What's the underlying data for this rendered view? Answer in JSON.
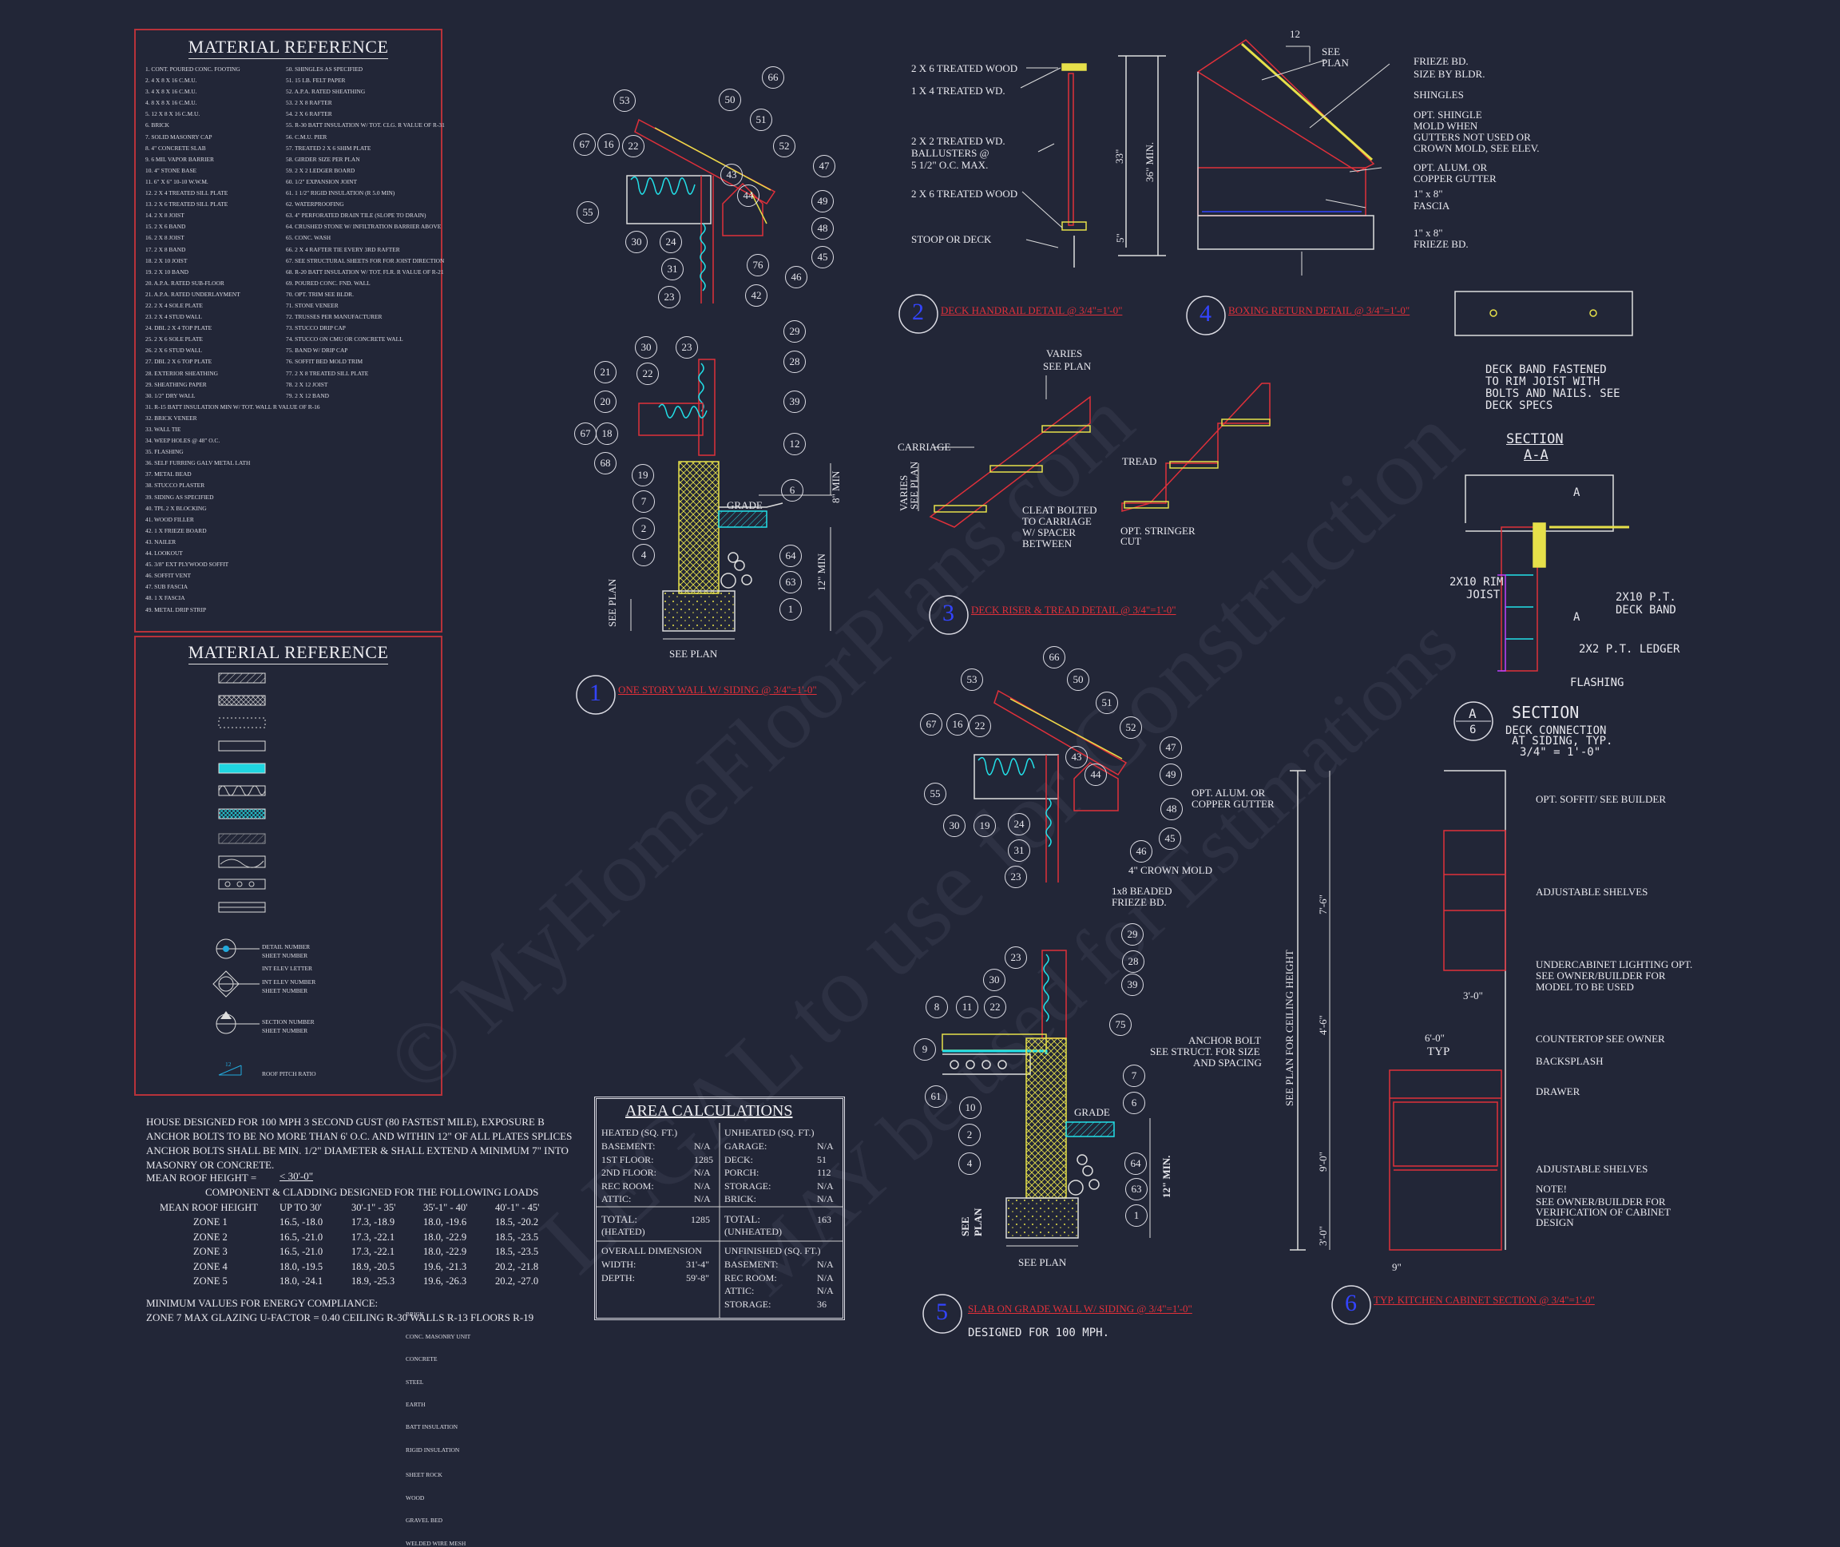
{
  "material_reference_1": {
    "title": "MATERIAL REFERENCE",
    "col1": [
      "1.  CONT. POURED CONC. FOOTING",
      "2.  4 X 8 X 16 C.M.U.",
      "3.  4 X 8 X 16 C.M.U.",
      "4.  8 X 8 X 16 C.M.U.",
      "5.  12 X 8 X 16 C.M.U.",
      "6.  BRICK",
      "7.  SOLID MASONRY CAP",
      "8.  4\" CONCRETE SLAB",
      "9.  6 MIL VAPOR BARRIER",
      "10.  4\" STONE BASE",
      "11.  6\" X 6\" 10-10 W.W.M.",
      "12.  2 X 4 TREATED SILL PLATE",
      "13.  2 X 6 TREATED SILL PLATE",
      "14.  2 X 8 JOIST",
      "15.  2 X 6 BAND",
      "16.  2 X 8 JOIST",
      "17.  2 X 8 BAND",
      "18.  2 X 10 JOIST",
      "19.  2 X 10 BAND",
      "20.  A.P.A. RATED SUB-FLOOR",
      "21.  A.P.A. RATED UNDERLAYMENT",
      "22.  2 X 4 SOLE PLATE",
      "23.  2 X 4 STUD WALL",
      "24.  DBL 2 X 4 TOP PLATE",
      "25.  2 X 6 SOLE PLATE",
      "26.  2 X 6 STUD WALL",
      "27.  DBL 2 X 6 TOP PLATE",
      "28.  EXTERIOR SHEATHING",
      "29.  SHEATHING PAPER",
      "30.  1/2\" DRY WALL",
      "31.  R-15 BATT INSULATION MIN W/ TOT. WALL R VALUE OF R-16",
      "32.  BRICK VENEER",
      "33.  WALL TIE",
      "34.  WEEP HOLES @ 48\" O.C.",
      "35.  FLASHING",
      "36.  SELF FURRING GALV METAL LATH",
      "37.  METAL BEAD",
      "38.  STUCCO PLASTER",
      "39.  SIDING AS SPECIFIED",
      "40.  TPL 2 X    BLOCKING",
      "41.  WOOD FILLER",
      "42.  1 X    FRIEZE BOARD",
      "43.  NAILER",
      "44.  LOOKOUT",
      "45.  3/8\" EXT PLYWOOD SOFFIT",
      "46.  SOFFIT VENT",
      "47.  SUB FASCIA",
      "48.  1 X    FASCIA",
      "49.  METAL DRIP STRIP"
    ],
    "col2": [
      "50.  SHINGLES AS SPECIFIED",
      "51.  15 LB. FELT PAPER",
      "52.  A.P.A. RATED SHEATHING",
      "53.  2 X 8 RAFTER",
      "54.  2 X 6 RAFTER",
      "55.  R-30 BATT INSULATION W/ TOT. CLG. R VALUE OF R-31",
      "56.  C.M.U. PIER",
      "57.  TREATED 2 X 6 SHIM PLATE",
      "58.  GIRDER SIZE PER PLAN",
      "59.  2 X 2 LEDGER BOARD",
      "60.  1/2\" EXPANSION JOINT",
      "61.  1 1/2\" RIGID INSULATION (R 5.0 MIN)",
      "62.  WATERPROOFING",
      "63.  4\" PERFORATED DRAIN TILE (SLOPE TO DRAIN)",
      "64.  CRUSHED STONE W/ INFILTRATION BARRIER ABOVE",
      "65.  CONC. WASH",
      "66.  2 X 4 RAFTER TIE EVERY 3RD RAFTER",
      "67.  SEE STRUCTURAL SHEETS FOR FOR JOIST DIRECTION",
      "68.  R-20 BATT INSULATION W/ TOT. FLR. R VALUE OF R-21",
      "69.  POURED CONC. FND. WALL",
      "70.  OPT. TRIM SEE BLDR.",
      "71.  STONE VENEER",
      "72.  TRUSSES PER MANUFACTURER",
      "73.  STUCCO DRIP CAP",
      "74.  STUCCO ON CMU OR CONCRETE WALL",
      "75.  BAND W/ DRIP CAP",
      "76.  SOFFIT BED MOLD TRIM",
      "77.  2 X 8 TREATED SILL PLATE",
      "78.  2 X 12 JOIST",
      "79.  2 X 12 BAND"
    ]
  },
  "material_reference_2": {
    "title": "MATERIAL REFERENCE",
    "legend": [
      "BRICK",
      "CONC. MASONRY UNIT",
      "CONCRETE",
      "STEEL",
      "EARTH",
      "BATT INSULATION",
      "RIGID INSULATION",
      "SHEET ROCK",
      "WOOD",
      "GRAVEL BED",
      "WELDED WIRE MESH"
    ],
    "symbols": [
      "DETAIL NUMBER",
      "SHEET NUMBER",
      "INT ELEV LETTER",
      "INT ELEV NUMBER",
      "SHEET NUMBER",
      "SECTION NUMBER",
      "SHEET NUMBER",
      "ROOF PITCH RATIO"
    ],
    "pitch_label": "12"
  },
  "notes": {
    "wind": "HOUSE DESIGNED FOR 100 MPH 3 SECOND GUST (80 FASTEST MILE), EXPOSURE B ANCHOR BOLTS TO BE NO MORE THAN 6' O.C. AND WITHIN 12\" OF ALL PLATES SPLICES ANCHOR BOLTS SHALL BE MIN. 1/2\" DIAMETER & SHALL EXTEND A MINIMUM 7\" INTO MASONRY OR CONCRETE.",
    "mean_roof_label": "MEAN ROOF HEIGHT =",
    "mean_roof_value": "< 30'-0\"",
    "component_heading": "COMPONENT & CLADDING DESIGNED FOR THE FOLLOWING LOADS",
    "zone_header": [
      "MEAN ROOF HEIGHT",
      "UP TO 30'",
      "30'-1\" - 35'",
      "35'-1\" - 40'",
      "40'-1\" - 45'"
    ],
    "zones": [
      [
        "ZONE 1",
        "16.5, -18.0",
        "17.3, -18.9",
        "18.0, -19.6",
        "18.5, -20.2"
      ],
      [
        "ZONE 2",
        "16.5, -21.0",
        "17.3, -22.1",
        "18.0, -22.9",
        "18.5, -23.5"
      ],
      [
        "ZONE 3",
        "16.5, -21.0",
        "17.3, -22.1",
        "18.0, -22.9",
        "18.5, -23.5"
      ],
      [
        "ZONE 4",
        "18.0, -19.5",
        "18.9, -20.5",
        "19.6, -21.3",
        "20.2, -21.8"
      ],
      [
        "ZONE 5",
        "18.0, -24.1",
        "18.9, -25.3",
        "19.6, -26.3",
        "20.2, -27.0"
      ]
    ],
    "energy_heading": "MINIMUM VALUES FOR ENERGY COMPLIANCE:",
    "energy_values": "ZONE 7   MAX GLAZING U-FACTOR = 0.40   CEILING R-30   WALLS R-13   FLOORS R-19"
  },
  "area_calculations": {
    "title": "AREA CALCULATIONS",
    "heated_header": "HEATED (SQ. FT.)",
    "unheated_header": "UNHEATED (SQ. FT.)",
    "heated": [
      [
        "BASEMENT:",
        "N/A"
      ],
      [
        "1ST FLOOR:",
        "1285"
      ],
      [
        "2ND FLOOR:",
        "N/A"
      ],
      [
        "REC ROOM:",
        "N/A"
      ],
      [
        "ATTIC:",
        "N/A"
      ]
    ],
    "unheated": [
      [
        "GARAGE:",
        "N/A"
      ],
      [
        "DECK:",
        "51"
      ],
      [
        "PORCH:",
        "112"
      ],
      [
        "STORAGE:",
        "N/A"
      ],
      [
        "BRICK:",
        "N/A"
      ]
    ],
    "heated_total_label": "TOTAL:",
    "heated_total_sub": "(HEATED)",
    "heated_total": "1285",
    "unheated_total_label": "TOTAL:",
    "unheated_total_sub": "(UNHEATED)",
    "unheated_total": "163",
    "overall_header": "OVERALL DIMENSION",
    "overall": [
      [
        "WIDTH:",
        "31'-4\""
      ],
      [
        "DEPTH:",
        "59'-8\""
      ]
    ],
    "unfinished_header": "UNFINISHED (SQ. FT.)",
    "unfinished": [
      [
        "BASEMENT:",
        "N/A"
      ],
      [
        "REC ROOM:",
        "N/A"
      ],
      [
        "ATTIC:",
        "N/A"
      ],
      [
        "STORAGE:",
        "36"
      ]
    ]
  },
  "details": {
    "d1": {
      "num": "1",
      "title": "ONE STORY WALL W/ SIDING @        3/4\"=1'-0\""
    },
    "d2": {
      "num": "2",
      "title": "DECK HANDRAIL DETAIL @        3/4\"=1'-0\""
    },
    "d3": {
      "num": "3",
      "title": "DECK RISER & TREAD DETAIL @        3/4\"=1'-0\""
    },
    "d4": {
      "num": "4",
      "title": "BOXING RETURN DETAIL @ 3/4\"=1'-0\""
    },
    "d5": {
      "num": "5",
      "title": "SLAB ON GRADE WALL W/ SIDING @        3/4\"=1'-0\"",
      "sub": "DESIGNED FOR 100 MPH."
    },
    "d6": {
      "num": "6",
      "title": "TYP. KITCHEN CABINET SECTION @        3/4\"=1'-0\""
    }
  },
  "labels": {
    "grade": "GRADE",
    "see_plan": "SEE PLAN",
    "see": "SEE",
    "plan": "PLAN",
    "min8": "8\" MIN",
    "min12": "12\" MIN",
    "min12b": "12\" MIN.",
    "handrail": [
      "2 X 6 TREATED WOOD",
      "1 X 4 TREATED WD.",
      "2 X 2 TREATED WD.",
      "BALLUSTERS @",
      "5 1/2\" O.C. MAX.",
      "2 X 6 TREATED WOOD",
      "STOOP OR DECK"
    ],
    "h33": "33\"",
    "h36": "36\" MIN.",
    "h5": "5\"",
    "boxing": [
      "FRIEZE BD.",
      "SIZE BY BLDR.",
      "SHINGLES",
      "OPT. SHINGLE",
      "MOLD WHEN",
      "GUTTERS NOT USED OR",
      "CROWN MOLD, SEE ELEV.",
      "OPT. ALUM. OR",
      "COPPER GUTTER",
      "1\" x 8\"",
      "FASCIA",
      "1\" x 8\"",
      "FRIEZE BD."
    ],
    "pitch12": "12",
    "plan_b": "PLAN",
    "stair": [
      "VARIES",
      "SEE PLAN",
      "CARRIAGE",
      "VARIES",
      "SEE PLAN",
      "CLEAT BOLTED",
      "TO CARRIAGE",
      "W/ SPACER",
      "BETWEEN",
      "TREAD",
      "OPT. STRINGER",
      "CUT"
    ],
    "deckband": [
      "DECK BAND FASTENED",
      "TO RIM JOIST WITH",
      "BOLTS AND NAILS. SEE",
      "DECK SPECS"
    ],
    "section_aa": [
      "SECTION",
      "A-A"
    ],
    "section_parts": [
      "2X10 RIM",
      "JOIST",
      "2X10 P.T.",
      "DECK BAND",
      "2X2 P.T. LEDGER",
      "FLASHING",
      "A",
      "A"
    ],
    "section_title": [
      "SECTION",
      "DECK CONNECTION",
      "AT SIDING, TYP.",
      "3/4\" = 1'-0\""
    ],
    "section_bubble": [
      "A",
      "6"
    ],
    "d5_labels": [
      "OPT. ALUM. OR",
      "COPPER GUTTER",
      "4\" CROWN MOLD",
      "1x8 BEADED",
      "FRIEZE BD.",
      "ANCHOR BOLT",
      "SEE STRUCT. FOR SIZE",
      "AND SPACING"
    ],
    "cabinet": [
      "OPT. SOFFIT/ SEE BUILDER",
      "ADJUSTABLE SHELVES",
      "UNDERCABINET LIGHTING OPT.",
      "SEE OWNER/BUILDER FOR",
      "MODEL TO BE USED",
      "COUNTERTOP SEE OWNER",
      "BACKSPLASH",
      "DRAWER",
      "ADJUSTABLE SHELVES",
      "NOTE!",
      "SEE OWNER/BUILDER FOR",
      "VERIFICATION OF CABINET",
      "DESIGN"
    ],
    "cab_dims": [
      "SEE PLAN FOR CEILING HEIGHT",
      "7'-6\"",
      "4'-6\"",
      "9'-0\"",
      "3'-0\"",
      "6'-0\"",
      "TYP",
      "3'-0\"",
      "9\""
    ]
  },
  "bubbles": {
    "d1_roof": [
      "66",
      "53",
      "50",
      "51",
      "52",
      "47",
      "49",
      "48",
      "45",
      "46",
      "42",
      "76",
      "44",
      "43",
      "67",
      "16",
      "22",
      "55",
      "30",
      "24",
      "31",
      "23"
    ],
    "d1_wall": [
      "29",
      "28",
      "39",
      "12",
      "6",
      "64",
      "63",
      "1",
      "30",
      "23",
      "21",
      "22",
      "20",
      "67",
      "18",
      "68",
      "19",
      "7",
      "2",
      "4"
    ],
    "d5_roof": [
      "66",
      "53",
      "50",
      "51",
      "52",
      "47",
      "49",
      "48",
      "45",
      "46",
      "44",
      "43",
      "67",
      "16",
      "22",
      "55",
      "30",
      "19",
      "24",
      "31",
      "23"
    ],
    "d5_wall": [
      "29",
      "23",
      "28",
      "30",
      "39",
      "8",
      "11",
      "22",
      "75",
      "9",
      "7",
      "6",
      "61",
      "10",
      "2",
      "4",
      "64",
      "63",
      "1"
    ]
  },
  "watermark": [
    "© MyHomeFloorPlans.com",
    "LEGAL to use for Construction",
    "MAY be used for Estimations"
  ]
}
